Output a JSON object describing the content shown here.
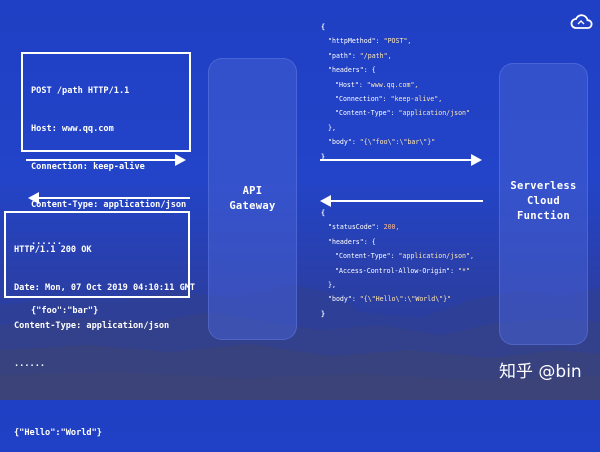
{
  "request_box": {
    "lines": [
      "POST /path HTTP/1.1",
      "Host: www.qq.com",
      "Connection: keep-alive",
      "Content-Type: application/json",
      "......",
      "",
      "{\"foo\":\"bar\"}"
    ]
  },
  "response_box": {
    "lines": [
      "HTTP/1.1 200 OK",
      "Date: Mon, 07 Oct 2019 04:10:11 GMT",
      "Content-Type: application/json",
      "......",
      "",
      "{\"Hello\":\"World\"}"
    ]
  },
  "gateway": {
    "line1": "API",
    "line2": "Gateway"
  },
  "serverless": {
    "line1": "Serverless",
    "line2": "Cloud",
    "line3": "Function"
  },
  "event_json": {
    "open": "{",
    "http_method_key": "\"httpMethod\":",
    "http_method_val": "\"POST\",",
    "path_key": "\"path\":",
    "path_val": "\"/path\",",
    "headers_key": "\"headers\":",
    "headers_open": "{",
    "host_key": "\"Host\":",
    "host_val": "\"www.qq.com\",",
    "conn_key": "\"Connection\":",
    "conn_val": "\"keep-alive\",",
    "ct_key": "\"Content-Type\":",
    "ct_val": "\"application/json\"",
    "headers_close": "},",
    "body_key": "\"body\":",
    "body_val": "\"{\\\"foo\\\":\\\"bar\\\"}\"",
    "close": "}"
  },
  "response_json": {
    "open": "{",
    "status_key": "\"statusCode\":",
    "status_val": "200,",
    "headers_key": "\"headers\":",
    "headers_open": "{",
    "ct_key": "\"Content-Type\":",
    "ct_val": "\"application/json\",",
    "acao_key": "\"Access-Control-Allow-Origin\":",
    "acao_val": "\"*\"",
    "headers_close": "},",
    "body_key": "\"body\":",
    "body_val": "\"{\\\"Hello\\\":\\\"World\\\"}\"",
    "close": "}"
  },
  "watermark": {
    "text": "知乎 @bin"
  },
  "colors": {
    "background_top": "#1f3fc4",
    "background_bottom": "#2c3d8f",
    "string": "#ffe7b0",
    "number": "#ffb98a"
  },
  "icons": {
    "logo": "cloud-icon"
  }
}
